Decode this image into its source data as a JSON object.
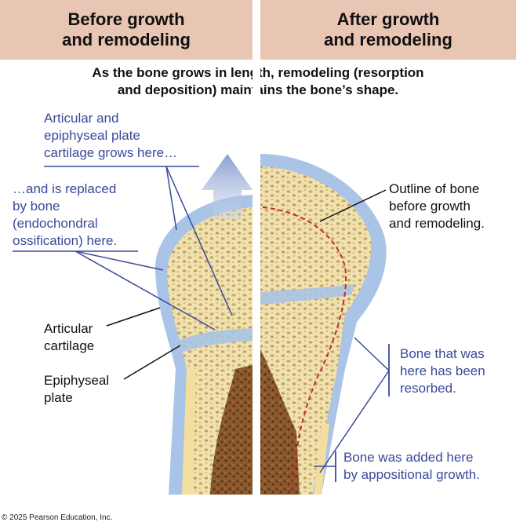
{
  "headers": {
    "left": [
      "Before growth",
      "and remodeling"
    ],
    "right": [
      "After growth",
      "and remodeling"
    ]
  },
  "caption": [
    "As the bone grows in length, remodeling (resorption",
    "and deposition) maintains the bone’s shape."
  ],
  "labels": {
    "articular_epiphyseal": [
      "Articular and",
      "epiphyseal plate",
      "cartilage grows here…"
    ],
    "replaced_by_bone": [
      "…and is replaced",
      "by bone",
      "(endochondral",
      "ossification) here."
    ],
    "articular_cartilage": [
      "Articular",
      "cartilage"
    ],
    "epiphyseal_plate": [
      "Epiphyseal",
      "plate"
    ],
    "outline_before": [
      "Outline of bone",
      "before growth",
      "and remodeling."
    ],
    "resorbed": [
      "Bone that was",
      "here has been",
      "resorbed."
    ],
    "appositional": [
      "Bone was added here",
      "by appositional growth."
    ]
  },
  "copyright": "© 2025 Pearson Education, Inc.",
  "colors": {
    "header_bg": "#e9c6b3",
    "cartilage": "#a9c4e6",
    "bone": "#f2e6b6",
    "marrow": "#7a4a22",
    "label_blue": "#3a4a9a",
    "outline_dash": "#c0283a"
  }
}
